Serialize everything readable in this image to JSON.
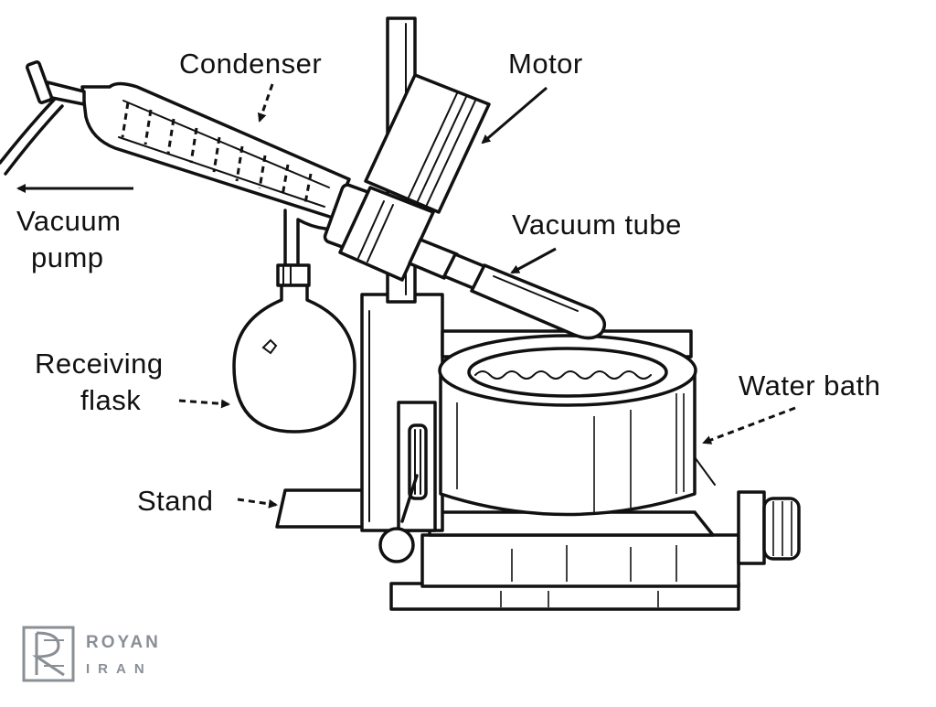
{
  "diagram": {
    "labels": {
      "condenser": "Condenser",
      "motor": "Motor",
      "vacuum_line1": "Vacuum",
      "vacuum_line2": "pump",
      "vacuum_tube": "Vacuum tube",
      "receiving_line1": "Receiving",
      "receiving_line2": "flask",
      "water_bath": "Water bath",
      "stand": "Stand"
    }
  },
  "watermark": {
    "brand_line1": "ROYAN",
    "brand_line2": "IRAN",
    "color": "#8a8f96"
  }
}
